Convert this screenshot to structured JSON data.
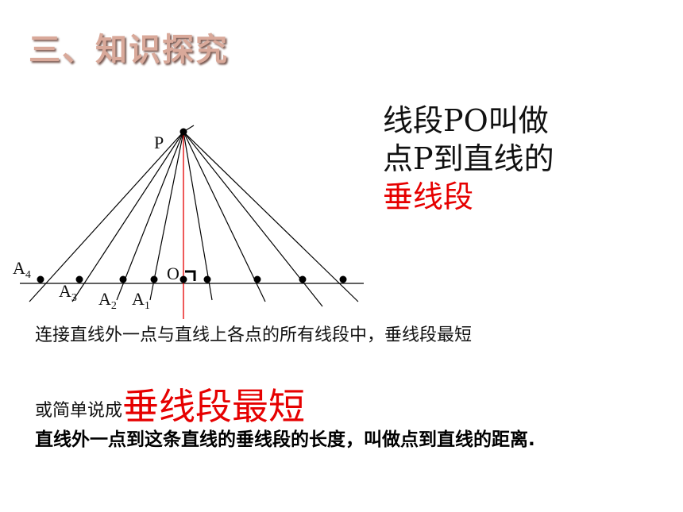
{
  "title": "三、知识探究",
  "definition": {
    "line1": "线段PO叫做",
    "line2": "点P到直线的",
    "line3": "垂线段"
  },
  "figure": {
    "point_p": "P",
    "point_o": "O",
    "points_a": [
      {
        "letter": "A",
        "sub": "4"
      },
      {
        "letter": "A",
        "sub": "3"
      },
      {
        "letter": "A",
        "sub": "2"
      },
      {
        "letter": "A",
        "sub": "1"
      }
    ]
  },
  "statement": "连接直线外一点与直线上各点的所有线段中，垂线段最短",
  "simply": {
    "prefix": "或简单说成",
    "emphasis": "垂线段最短"
  },
  "distance_definition": "直线外一点到这条直线的垂线段的长度，叫做点到直线的距离."
}
